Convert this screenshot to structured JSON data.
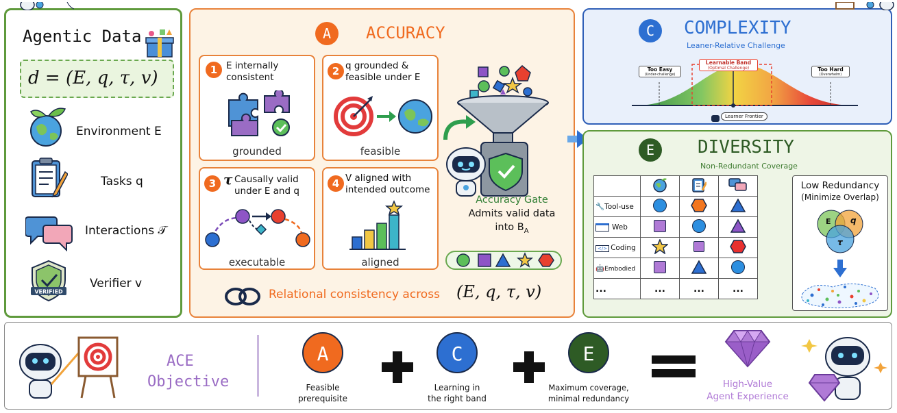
{
  "left_panel": {
    "title": "Agentic Data",
    "formula": "d = (E, q, τ, v)",
    "items": [
      {
        "icon": "globe-icon",
        "label": "Environment E"
      },
      {
        "icon": "clipboard-icon",
        "label": "Tasks q"
      },
      {
        "icon": "chat-bubbles-icon",
        "label": "Interactions 𝒯"
      },
      {
        "icon": "verified-shield-icon",
        "label": "Verifier v"
      }
    ]
  },
  "accuracy": {
    "badge": "A",
    "title": "ACCURACY",
    "cards": [
      {
        "num": "1",
        "text": "E internally consistent",
        "caption": "grounded"
      },
      {
        "num": "2",
        "text": "q grounded & feasible under E",
        "caption": "feasible"
      },
      {
        "num": "3",
        "symbol": "τ",
        "text": "Causally valid under E and q",
        "caption": "executable"
      },
      {
        "num": "4",
        "text": "V aligned with intended outcome",
        "caption": "aligned"
      }
    ],
    "gate_title": "Accuracy Gate",
    "gate_text_1": "Admits valid data",
    "gate_text_2": "into B",
    "gate_sub": "A",
    "footer_text": "Relational consistency across",
    "footer_formula": "(E, q, τ, v)"
  },
  "complexity": {
    "badge": "C",
    "title": "COMPLEXITY",
    "subtitle": "Leaner-Relative Challenge",
    "too_easy": "Too Easy",
    "too_easy_sub": "(Under-challenge)",
    "learnable": "Learnable Band",
    "learnable_sub": "(Optimal Challenge)",
    "too_hard": "Too Hard",
    "too_hard_sub": "(Overwhelm)",
    "frontier": "Learner Frontier"
  },
  "diversity": {
    "badge": "E",
    "title": "DIVERSITY",
    "subtitle": "Non-Redundant Coverage",
    "rows": [
      {
        "label": "Tool-use",
        "icon": "wrench-icon"
      },
      {
        "label": "Web",
        "icon": "browser-icon"
      },
      {
        "label": "Coding",
        "icon": "code-icon"
      },
      {
        "label": "Embodied",
        "icon": "robot-icon"
      },
      {
        "label": "..."
      }
    ],
    "ellipsis": "...",
    "redundancy_title_1": "Low Redundancy",
    "redundancy_title_2": "(Minimize Overlap)",
    "venn": [
      "E",
      "q",
      "τ"
    ]
  },
  "objective": {
    "label_1": "ACE",
    "label_2": "Objective",
    "a_badge": "A",
    "a_text_1": "Feasible",
    "a_text_2": "prerequisite",
    "c_badge": "C",
    "c_text_1": "Learning in",
    "c_text_2": "the right band",
    "e_badge": "E",
    "e_text_1": "Maximum coverage,",
    "e_text_2": "minimal redundancy",
    "result_1": "High-Value",
    "result_2": "Agent Experience"
  },
  "colors": {
    "green_border": "#5f9a3c",
    "orange_border": "#e8823a",
    "orange_bg": "#fdf3e5",
    "blue_border": "#2f5fb7",
    "blue_bg": "#e9f0fb",
    "green_bg": "#eef5e6",
    "accent_orange": "#f06a1f",
    "accent_blue": "#2d6fd1",
    "accent_green": "#2e5b25",
    "purple": "#9a6cc4"
  }
}
